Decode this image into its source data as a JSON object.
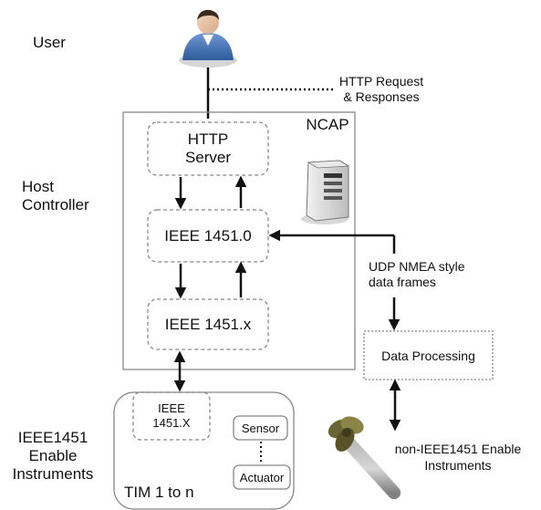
{
  "side_labels": {
    "user": "User",
    "host_controller": "Host\nController",
    "instruments": "IEEE1451\nEnable\nInstruments"
  },
  "ncap": {
    "title": "NCAP",
    "http_server": "HTTP\nServer",
    "ieee_1451_0": "IEEE 1451.0",
    "ieee_1451_x": "IEEE 1451.x"
  },
  "links": {
    "http": "HTTP Request\n& Responses",
    "udp": "UDP NMEA style\ndata frames"
  },
  "processing": {
    "label": "Data Processing"
  },
  "tim": {
    "title": "TIM 1 to n",
    "ieee": "IEEE\n1451.X",
    "sensor": "Sensor",
    "actuator": "Actuator"
  },
  "non_ieee": {
    "label": "non-IEEE1451 Enable\nInstruments"
  },
  "icons": [
    "user-icon",
    "server-icon",
    "instrument-probe-icon"
  ]
}
